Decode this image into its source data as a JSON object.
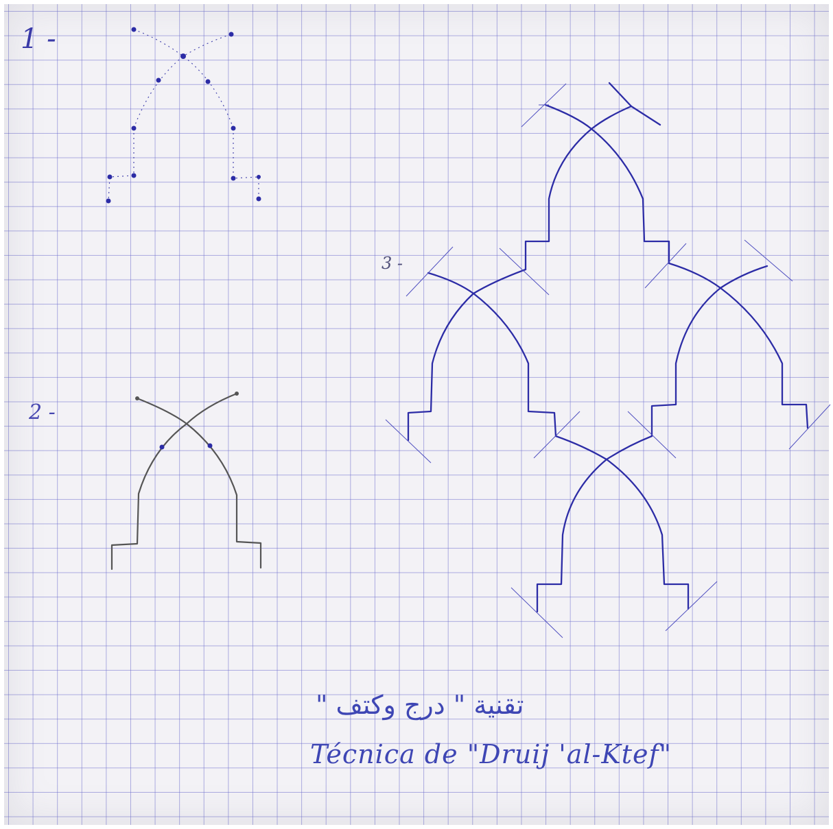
{
  "steps": [
    {
      "label": "1 -"
    },
    {
      "label": "2 -"
    },
    {
      "label": "3 -"
    }
  ],
  "caption": {
    "arabic": "تقنية \" درج وكتف \"",
    "latin": "Técnica de \"Druij 'al-Ktef\""
  },
  "colors": {
    "paper": "#f3f2f6",
    "grid": "#6e6ecd",
    "ink": "#2c2ca6",
    "pencil": "#555555"
  }
}
